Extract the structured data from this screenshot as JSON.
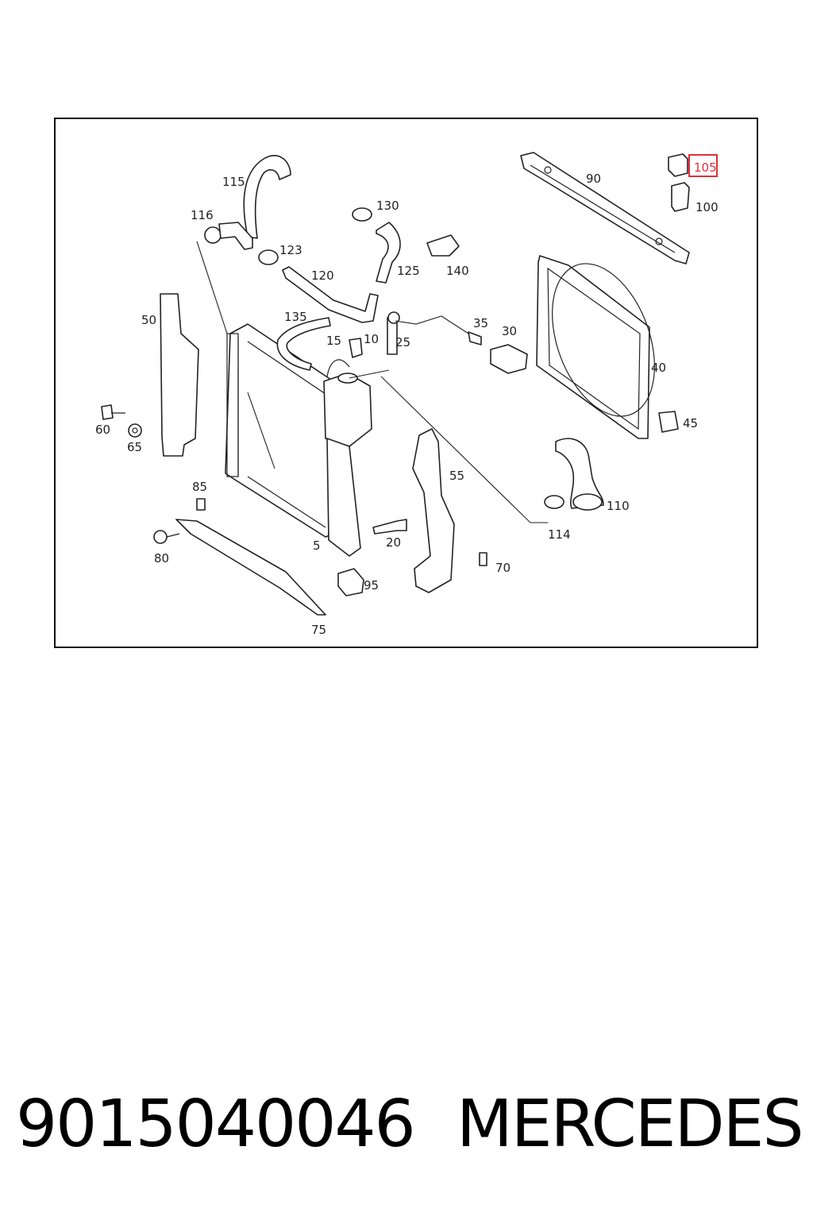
{
  "diagram": {
    "labels": {
      "p5": "5",
      "p10": "10",
      "p15": "15",
      "p20": "20",
      "p25": "25",
      "p30": "30",
      "p35": "35",
      "p40": "40",
      "p45": "45",
      "p50": "50",
      "p55": "55",
      "p60": "60",
      "p65": "65",
      "p70": "70",
      "p75": "75",
      "p80": "80",
      "p85": "85",
      "p90": "90",
      "p95": "95",
      "p100": "100",
      "p105": "105",
      "p110": "110",
      "p114": "114",
      "p115": "115",
      "p116": "116",
      "p120": "120",
      "p123": "123",
      "p125": "125",
      "p130": "130",
      "p135": "135",
      "p140": "140"
    },
    "highlighted_part": "105",
    "highlight_color": "#e0303a"
  },
  "footer": {
    "part_number": "9015040046",
    "brand": "MERCEDES"
  }
}
